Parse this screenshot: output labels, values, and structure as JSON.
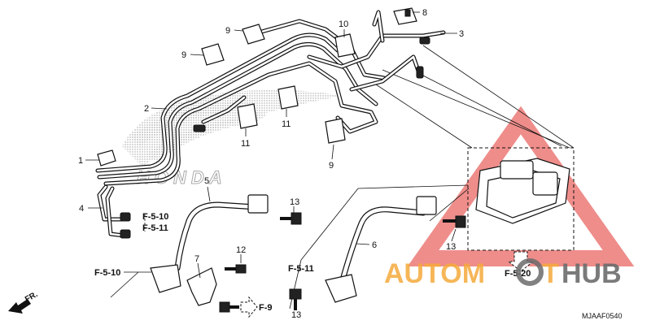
{
  "diagram": {
    "part_numbers": [
      "1",
      "2",
      "3",
      "4",
      "5",
      "6",
      "7",
      "8",
      "9",
      "9",
      "9",
      "10",
      "11",
      "11",
      "12",
      "13",
      "13",
      "13"
    ],
    "references": [
      "F-5-10",
      "F-5-11",
      "F-5-10",
      "F-5-11",
      "F-5-20",
      "F-9"
    ],
    "direction_label": "FR.",
    "diagram_code": "MJAAF0540",
    "brand_background_text": "HONDA",
    "watermark": {
      "word_a": "AUTOM",
      "word_b": "T",
      "word_c": "HUB",
      "colors": {
        "orange": "#f4a93b",
        "gray": "#6b6b6b",
        "red": "#e0302a"
      }
    }
  }
}
